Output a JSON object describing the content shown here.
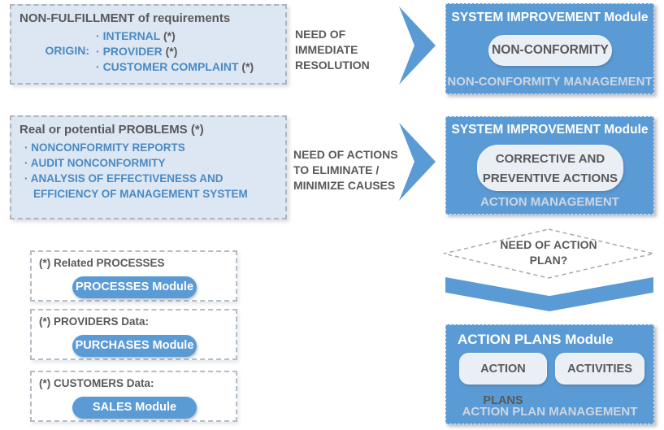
{
  "colors": {
    "accent_blue": "#5b9bd5",
    "light_blue_fill": "#dde7f3",
    "gray_text": "#595959",
    "blue_text": "#4a8ac4",
    "module_footer_text": "#ccd6e3",
    "pill_light_fill": "#eaeef5"
  },
  "flow1": {
    "source": {
      "title": "NON-FULFILLMENT of requirements",
      "origin_label": "ORIGIN:",
      "bullets": [
        {
          "dot": "·",
          "label": "INTERNAL",
          "mark": "(*)"
        },
        {
          "dot": "·",
          "label": "PROVIDER",
          "mark": "(*)"
        },
        {
          "dot": "·",
          "label": "CUSTOMER COMPLAINT",
          "mark": "(*)"
        }
      ]
    },
    "need": {
      "lines": [
        "NEED OF",
        "IMMEDIATE",
        "RESOLUTION"
      ]
    },
    "module": {
      "title": "SYSTEM IMPROVEMENT Module",
      "pill": "NON-CONFORMITY",
      "footer": "NON-CONFORMITY MANAGEMENT"
    }
  },
  "flow2": {
    "source": {
      "title": "Real or potential PROBLEMS (*)",
      "bullets": [
        "· NONCONFORMITY REPORTS",
        "· AUDIT NONCONFORMITY",
        "· ANALYSIS OF EFFECTIVENESS AND EFFICIENCY OF MANAGEMENT SYSTEM"
      ]
    },
    "need": {
      "lines": [
        "NEED OF ACTIONS",
        "TO ELIMINATE /",
        "MINIMIZE CAUSES"
      ]
    },
    "module": {
      "title": "SYSTEM IMPROVEMENT Module",
      "pill_lines": [
        "CORRECTIVE AND",
        "PREVENTIVE ACTIONS"
      ],
      "footer": "ACTION MANAGEMENT"
    }
  },
  "decision": {
    "lines": [
      "NEED OF ACTION",
      "PLAN?"
    ]
  },
  "action_plans": {
    "title": "ACTION PLANS Module",
    "pills": [
      "ACTION PLANS",
      "ACTIVITIES"
    ],
    "footer": "ACTION PLAN MANAGEMENT"
  },
  "legend_boxes": [
    {
      "title": "(*) Related PROCESSES",
      "pill": "PROCESSES Module"
    },
    {
      "title": "(*) PROVIDERS Data:",
      "pill": "PURCHASES Module"
    },
    {
      "title": "(*) CUSTOMERS Data:",
      "pill": "SALES Module"
    }
  ]
}
